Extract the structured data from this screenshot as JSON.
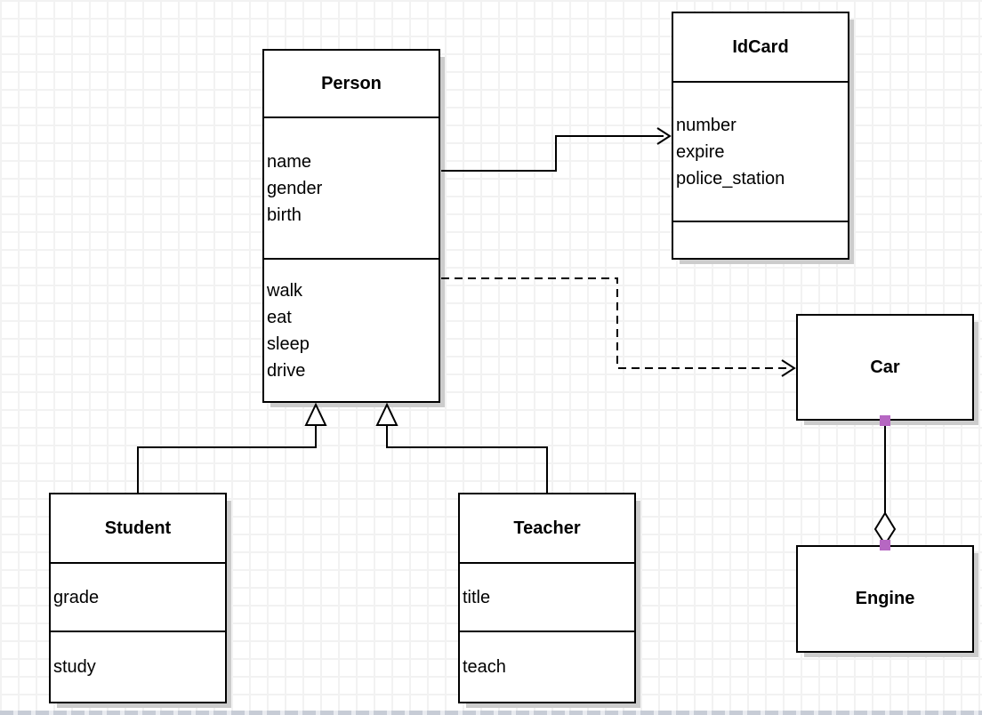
{
  "canvas": {
    "background": "#ffffff",
    "grid_color": "#f2f2f2",
    "line_color": "#000000",
    "shadow_color": "#cccccc",
    "handle_color": "#b667c2"
  },
  "classes": [
    {
      "name": "Person",
      "attributes": [
        "name",
        "gender",
        "birth"
      ],
      "methods": [
        "walk",
        "eat",
        "sleep",
        "drive"
      ]
    },
    {
      "name": "IdCard",
      "attributes": [
        "number",
        "expire",
        "police_station"
      ],
      "methods": []
    },
    {
      "name": "Car",
      "attributes": [],
      "methods": []
    },
    {
      "name": "Engine",
      "attributes": [],
      "methods": []
    },
    {
      "name": "Student",
      "attributes": [
        "grade"
      ],
      "methods": [
        "study"
      ]
    },
    {
      "name": "Teacher",
      "attributes": [
        "title"
      ],
      "methods": [
        "teach"
      ]
    }
  ],
  "relationships": [
    {
      "from": "Person",
      "to": "IdCard",
      "type": "association",
      "line": "solid",
      "end": "open-arrow"
    },
    {
      "from": "Person",
      "to": "Car",
      "type": "dependency",
      "line": "dashed",
      "end": "open-arrow"
    },
    {
      "from": "Student",
      "to": "Person",
      "type": "generalization",
      "line": "solid",
      "end": "hollow-triangle"
    },
    {
      "from": "Teacher",
      "to": "Person",
      "type": "generalization",
      "line": "solid",
      "end": "hollow-triangle"
    },
    {
      "from": "Car",
      "to": "Engine",
      "type": "aggregation",
      "line": "solid",
      "end": "hollow-diamond"
    }
  ]
}
